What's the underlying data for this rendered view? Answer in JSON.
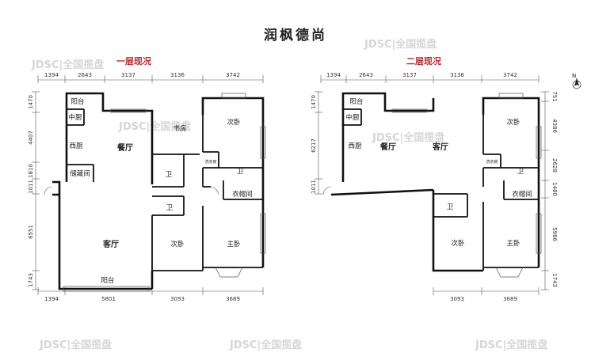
{
  "title": "润枫德尚",
  "floor1": {
    "heading": "一层现况",
    "top_dims": [
      "1394",
      "2643",
      "3137",
      "3136",
      "3742"
    ],
    "bottom_dims": [
      "1394",
      "5801",
      "3093",
      "3689"
    ],
    "left_dims": [
      "1470",
      "4407",
      "1810",
      "1011",
      "6551",
      "1743"
    ],
    "rooms": {
      "balcony_top": "阳台",
      "chinese_kitchen": "中厨",
      "western_kitchen": "西厨",
      "storage": "储藏间",
      "dining": "餐厅",
      "study": "书房",
      "bedroom_ne": "次卧",
      "laundry": "洗衣房",
      "bath_a": "卫",
      "bath_b": "卫",
      "bath_c": "卫",
      "closet": "衣帽间",
      "living": "客厅",
      "bedroom_s": "次卧",
      "master": "主卧",
      "balcony_bottom": "阳台"
    }
  },
  "floor2": {
    "heading": "二层现况",
    "top_dims": [
      "1394",
      "2643",
      "3137",
      "3136",
      "3742"
    ],
    "bottom_dims": [
      "3093",
      "3689"
    ],
    "left_dims": [
      "1470",
      "6217",
      "1011"
    ],
    "right_dims": [
      "751",
      "4386",
      "2628",
      "1480",
      "5986",
      "1743"
    ],
    "rooms": {
      "balcony_top": "阳台",
      "chinese_kitchen": "中厨",
      "western_kitchen": "西厨",
      "dining": "餐厅",
      "living": "客厅",
      "bedroom_ne": "次卧",
      "laundry": "洗衣房",
      "bath_a": "卫",
      "closet": "衣帽间",
      "bath_b": "卫",
      "bedroom_s": "次卧",
      "master": "主卧"
    }
  },
  "compass_label": "N",
  "watermark": "JDSC|全国揽盘"
}
